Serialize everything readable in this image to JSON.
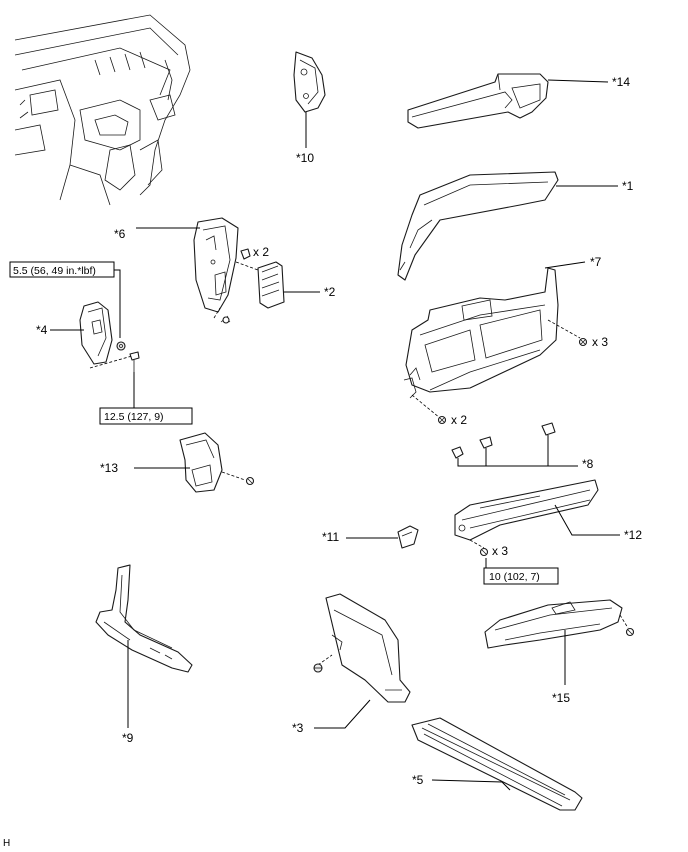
{
  "labels": {
    "p1": "*1",
    "p2": "*2",
    "p3": "*3",
    "p4": "*4",
    "p5": "*5",
    "p6": "*6",
    "p7": "*7",
    "p8": "*8",
    "p9": "*9",
    "p10": "*10",
    "p11": "*11",
    "p12": "*12",
    "p13": "*13",
    "p14": "*14",
    "p15": "*15"
  },
  "quantities": {
    "ecu_bolts": "x 2",
    "glovebox_screws": "x 3",
    "glovebox_lower_screws": "x 2",
    "lower_panel_screws": "x 3"
  },
  "torques": {
    "nut_4": "5.5 (56, 49 in.*lbf)",
    "bolt_4": "12.5 (127, 9)",
    "screw_12": "10 (102, 7)"
  },
  "corner_code": "H"
}
